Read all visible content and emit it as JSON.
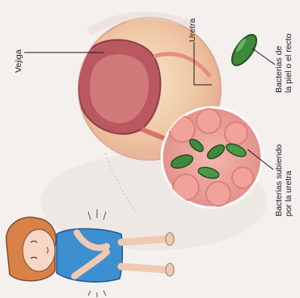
{
  "labels": {
    "bladder": "Vejiga",
    "urethra": "Uretra",
    "bacteria_skin_line1": "Bacterias de",
    "bacteria_skin_line2": "la piel o el recto",
    "bacteria_rising_line1": "Bacterias subiendo",
    "bacteria_rising_line2": "por la uretra"
  },
  "colors": {
    "background": "#f3f0ee",
    "bladder_inner": "#c8666a",
    "bladder_wall": "#e8b69a",
    "bacteria": "#3f8a3a",
    "dress": "#3d8fcf",
    "hair": "#d8824a"
  },
  "icons": [
    "bacterium-icon",
    "girl-illustration"
  ]
}
